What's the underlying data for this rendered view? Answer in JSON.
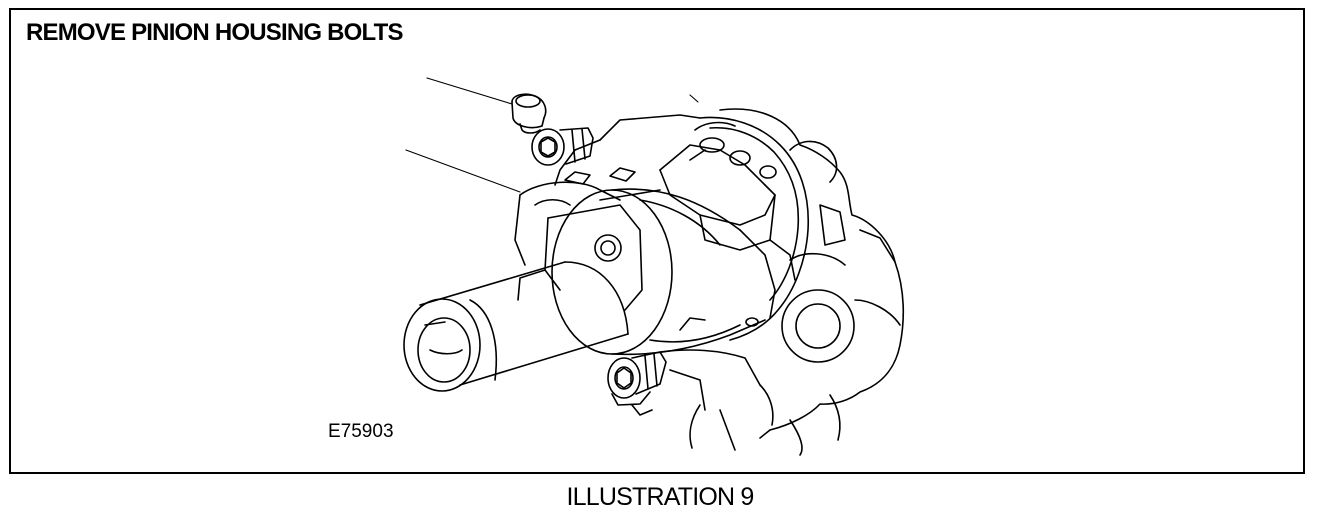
{
  "header": {
    "title": "REMOVE PINION HOUSING BOLTS"
  },
  "figure": {
    "reference_code": "E75903",
    "caption": "ILLUSTRATION 9",
    "subject_icon": "pinion-housing-tool-drawing"
  },
  "colors": {
    "ink": "#000000",
    "background": "#ffffff"
  }
}
